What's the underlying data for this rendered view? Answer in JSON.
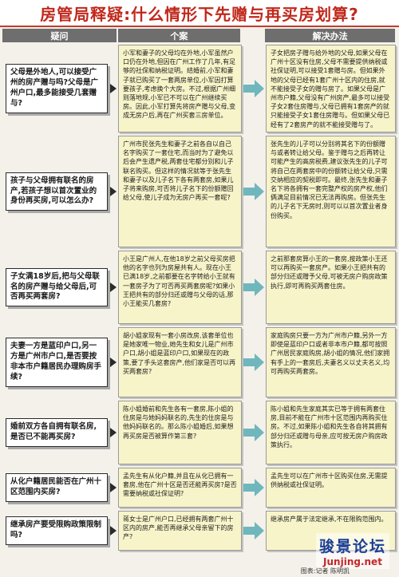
{
  "title": "房管局释疑:什么情形下先赠与再买房划算?",
  "headers": {
    "question": "疑问",
    "case": "个案",
    "solution": "解决办法"
  },
  "rows": [
    {
      "question": "父母是外地人,可以接受广州的房产赠与吗?父母是广州户口,最多能接受几套赠与?",
      "case": "小军和妻子的父母均在外地,小军虽然户口仍在外地,但因在广州工作了几年,有足够的社保和纳税证明。结婚前,小军和妻子就已购买了一套两房单位,小军因打算要孩子,考虑换个大房。不过,根据广州细则落地规,小军已不可以在广州继续买房。因此,小军打算先将房产赠与父母,变成无房户后,再在广州买套三房单位。",
      "solution": "子女把房子赠与给外地的父母,如果父母在广州十区没有住房,父母不需要提供纳税或社保证明,可以接受1套赠与房。但如果外地的父母已经有1套广州十区内的住房,就不能接受子女的赠与房了。如果父母是广州市户籍,父母没有广州房产,最多可以接受子女2套住房赠与,父母已拥有1套房产的就只能接受子女1套住房赠与。但如果父母已经有了2套房产的就不能接受赠与了。"
    },
    {
      "question": "孩子与父母拥有联名的房产,若孩子想以首次置业的身份再买房,可以怎么办?",
      "case": "广州市民张先生和妻子之前各自以自己名字购买了一套住宅,而当时为了避免以后会产生遗产税,两套住宅都分别和儿子联名购买。但这样的情况就等于张先生和妻子以及儿子名下各有两套房,如果儿子将来购房,可否将儿子名下的份额赠回给父母,使儿子成为无房户再买一套呢?",
      "solution": "张先生的儿子可以分别将其名下的份额赠与或者转让给父母。鉴于赠与之后再转让可能产生的高房税费,建议张先生的儿子可将自己在两套房中的份额转让给父母,只需交纳相应的契税即可。最终,张先生和妻子名下将各拥有一套完整产权的房产权,他们俩满足目前情况已无法再购房。但张先生的儿子名下无房时,则可以以首次置业者身份购买。"
    },
    {
      "question": "子女满18岁后,把与父母联名的房产赠与给父母后,可否再买两套房?",
      "case": "小王是广州人,在他18岁之前父母买房把他的名字也列为房屋共有人。现在小王已满18岁,之前都要在名字转给小王就有一套房子为了可否再买两套房呢?如果小王把共有的部分归还或赠与父母的话,那小王能买几套房?",
      "solution": "之前那套房算小王的一套房,按政策小王还可以再购买一套房产。如果小王把共有的部分归还或赠予父母,可被无房户购房政策执行,即可再购买两套住房。"
    },
    {
      "question": "夫妻一方是蓝印户口,另一方是广州市户口,是否要按非本市户籍居民办理购房手续?",
      "case": "胡小姐家现有一套小房改房,该套单位也是她家唯一物业,她先生和女儿是广州市户口,胡小姐是蓝印户口,如果现在的政策,要了手头这套房产,他们家是否可以再买两套房?",
      "solution": "家庭购房只要一方为广州市户籍,另外一方即使是蓝印户口或者非本市户籍,都可按照广州居民家庭购房,胡小姐的情况,他们家拥有手上的一套房后,夫妻名义以丈夫名义,均可再购买两套房。"
    },
    {
      "question": "婚前双方各自拥有联名房,是否已不能再买房?",
      "case": "陈小姐婚前和先生各有一套房,陈小姐的住房是与她妈妈联名的,先生的住房是与他妈妈联名的。那么陈小姐婚后,如果想再买房是否被算作第三套?",
      "solution": "陈小姐和先生家庭其实已等于拥有两套住房,目前不能在广州市十区范围内再购买住房。不过,如果陈小姐和先生各自将其拥有部分归还或赠与母亲,应可按无房户购房政策执行。"
    },
    {
      "question": "从化户籍居民能否在广州十区范围内买房?",
      "case": "孟先生有从化户籍,并且在从化已拥有一套房,他在广州十区是否还能再买房?是否需要纳税或社保证明?",
      "solution": "孟先生可以在广州市十区购买住房,无需提供纳税或社保证明。"
    },
    {
      "question": "继承房产要受限购政策限制吗?",
      "case": "蒋女士是广州户口,已经拥有两套广州十区内的房产,能否再继承父母亲留下的房产?",
      "solution": "继承房产属于法定继承,不在限购范围内。"
    }
  ],
  "watermark": {
    "title": "骏景论坛",
    "url": "Junjing.net"
  },
  "credit": "图表:记者  陈明凯",
  "colors": {
    "title": "#c0281b",
    "header_bg": "#6e6e6e",
    "box_bg": "#f7f4c9",
    "arrow": "#6fb7bd",
    "watermark_title": "#1c3f96",
    "watermark_url": "#c4262b"
  }
}
